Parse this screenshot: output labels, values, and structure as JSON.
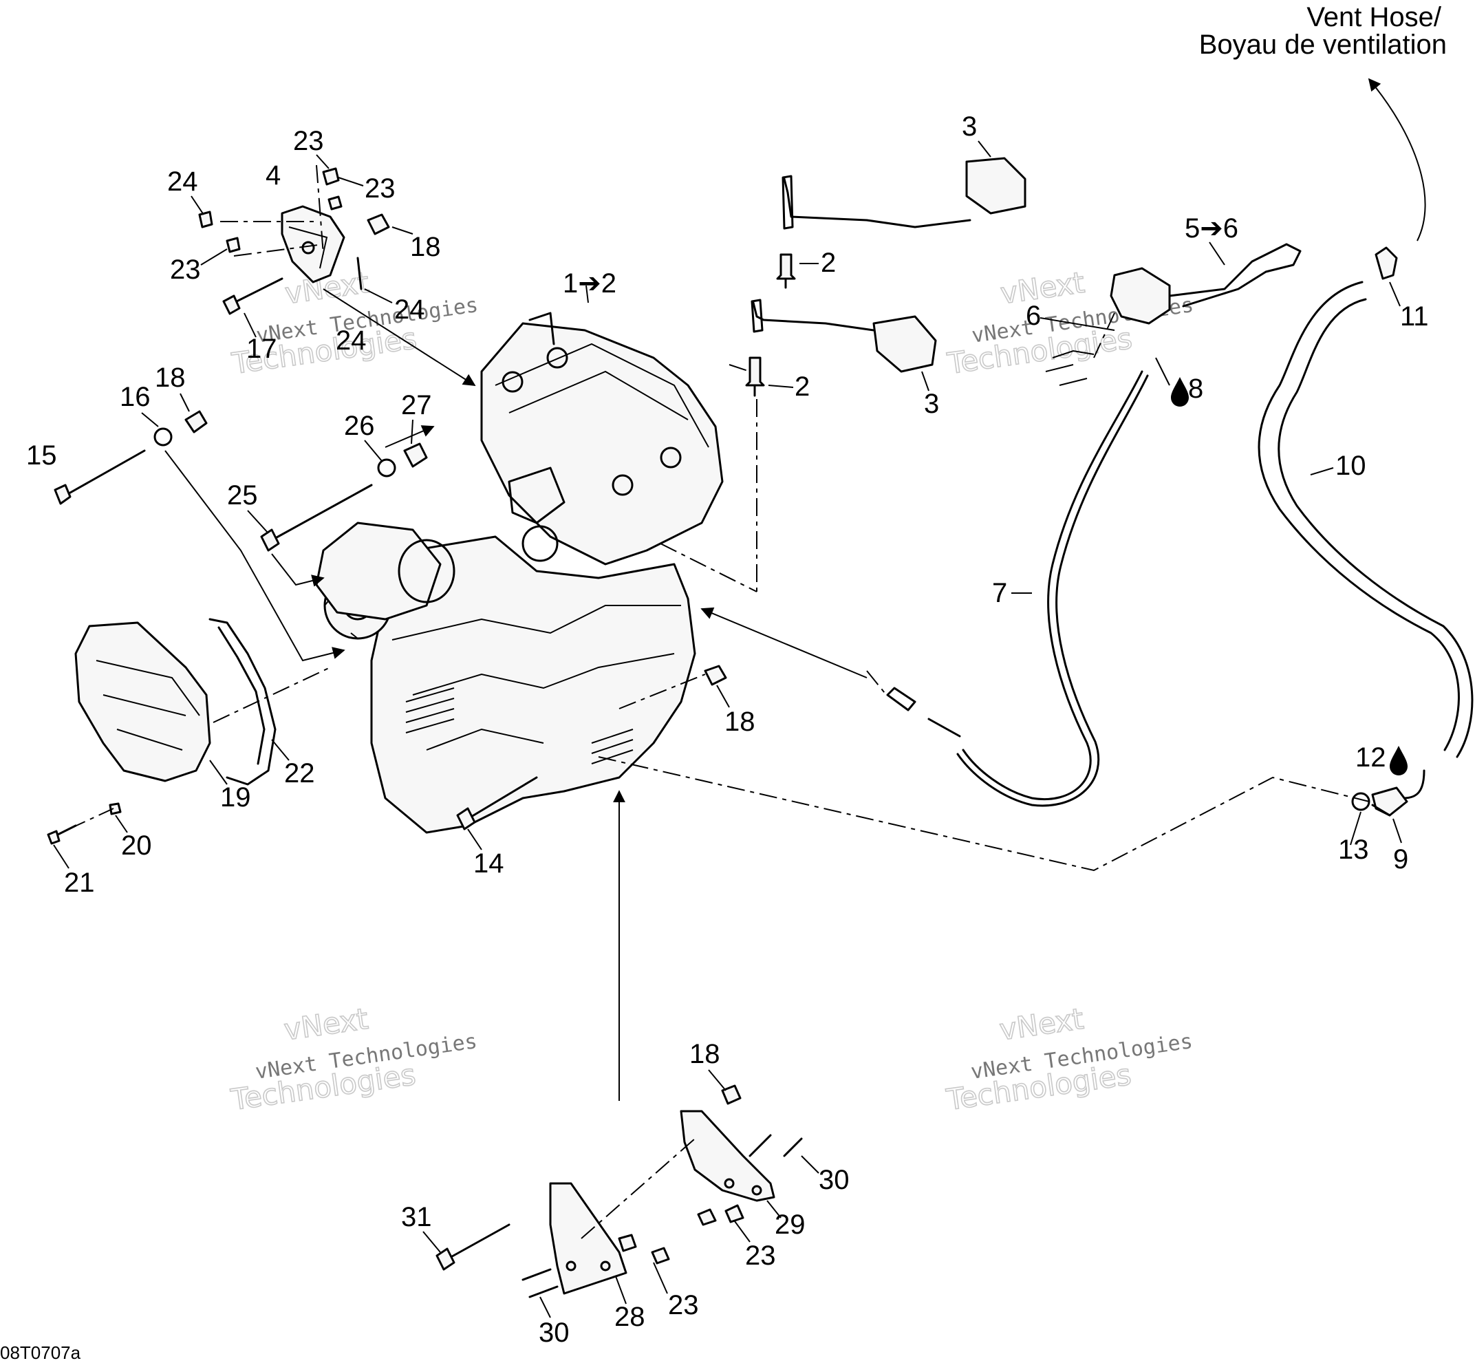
{
  "vent_hose_label": {
    "line1": "Vent Hose/",
    "line2": "Boyau de ventilation"
  },
  "diagram_code": "08T0707a",
  "watermark": {
    "small": "vNext Technologies",
    "large_line1": "vNext",
    "large_line2": "Technologies"
  },
  "callouts": {
    "c1": "1➔2",
    "c2a": "2",
    "c2b": "2",
    "c3a": "3",
    "c3b": "3",
    "c4": "4",
    "c5": "5➔6",
    "c6": "6",
    "c7": "7",
    "c8": "8",
    "c9": "9",
    "c10": "10",
    "c11": "11",
    "c12": "12",
    "c13": "13",
    "c14": "14",
    "c15": "15",
    "c16": "16",
    "c17": "17",
    "c18a": "18",
    "c18b": "18",
    "c18c": "18",
    "c18d": "18",
    "c19": "19",
    "c20": "20",
    "c21": "21",
    "c22": "22",
    "c23a": "23",
    "c23b": "23",
    "c23c": "23",
    "c23d": "23",
    "c23e": "23",
    "c24a": "24",
    "c24b": "24",
    "c24c": "24",
    "c25": "25",
    "c26": "26",
    "c27": "27",
    "c28": "28",
    "c29": "29",
    "c30a": "30",
    "c30b": "30",
    "c31": "31"
  },
  "icons": {
    "oil_drop": "oil-drop-icon",
    "arrow": "right-arrow-glyph"
  }
}
